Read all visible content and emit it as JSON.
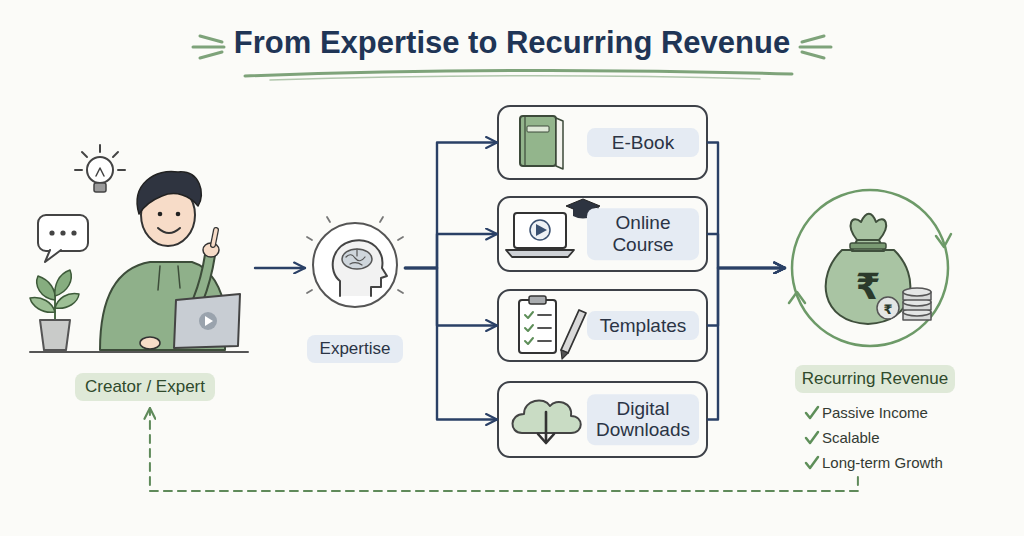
{
  "diagram": {
    "title": "From Expertise to Recurring Revenue",
    "nodes": [
      {
        "text": [
          "Creator / Expert"
        ]
      },
      {
        "text": [
          "Expertise"
        ]
      },
      {
        "text": [
          "E-Book"
        ]
      },
      {
        "text": [
          "Online Course"
        ]
      },
      {
        "text": [
          "Templates"
        ]
      },
      {
        "text": [
          "Digital Downloads"
        ]
      },
      {
        "text": [
          "Recurring Revenue",
          "Passive Income",
          "Scalable",
          "Long-term Growth"
        ]
      }
    ],
    "edges": [
      {
        "from": 0,
        "to": 1,
        "arrow": "to"
      },
      {
        "from": 1,
        "to": 2,
        "arrow": "to"
      },
      {
        "from": 1,
        "to": 3,
        "arrow": "to"
      },
      {
        "from": 1,
        "to": 4,
        "arrow": "to"
      },
      {
        "from": 1,
        "to": 5,
        "arrow": "to"
      },
      {
        "from": 2,
        "to": 6,
        "arrow": "to"
      },
      {
        "from": 3,
        "to": 6,
        "arrow": "to"
      },
      {
        "from": 4,
        "to": 6,
        "arrow": "to"
      },
      {
        "from": 5,
        "to": 6,
        "arrow": "to"
      },
      {
        "from": 6,
        "to": 0,
        "arrow": "to"
      }
    ],
    "labels": [
      "₹",
      "₹"
    ]
  }
}
